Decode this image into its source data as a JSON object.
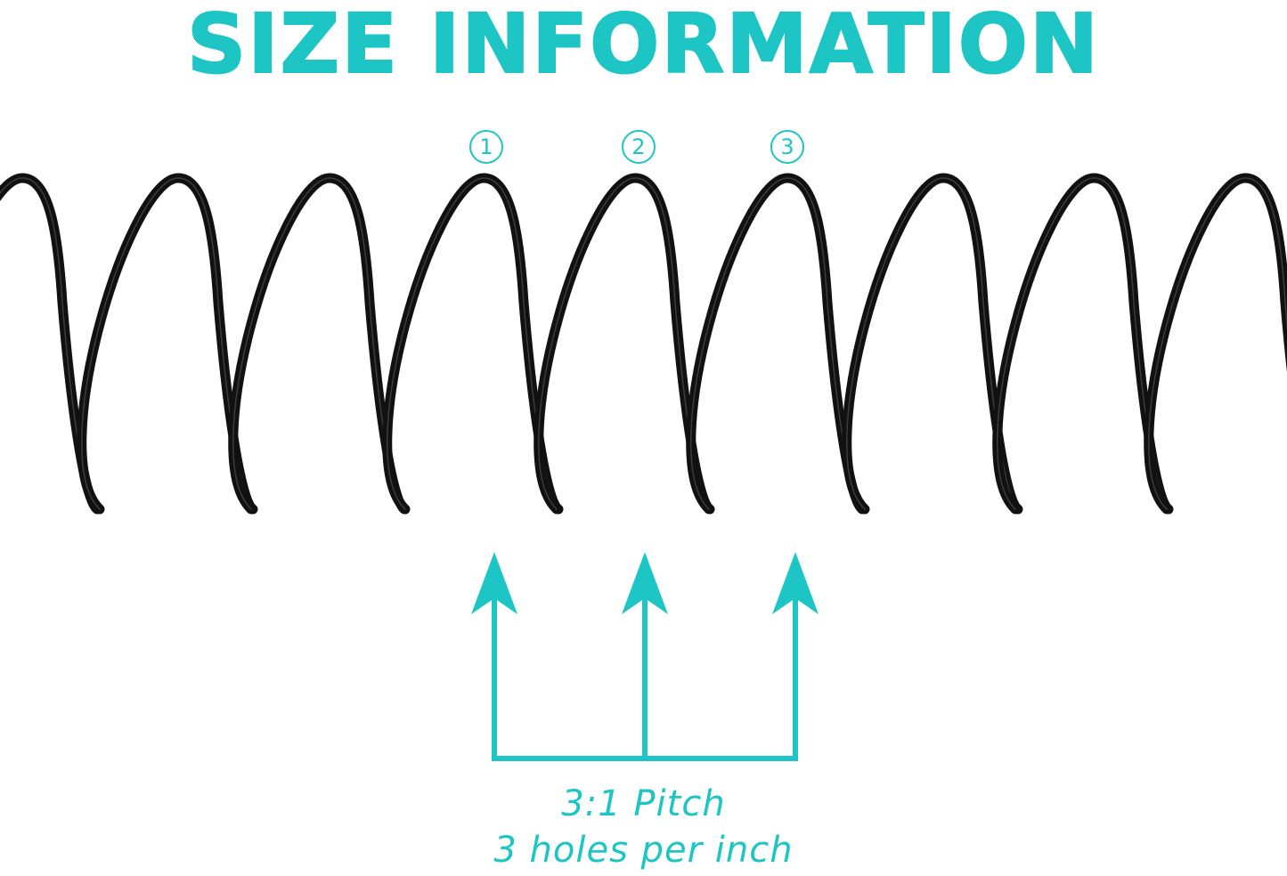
{
  "title": "SIZE INFORMATION",
  "markers": [
    "1",
    "2",
    "3"
  ],
  "caption": {
    "line1": "3:1 Pitch",
    "line2": "3 holes per inch"
  },
  "colors": {
    "accent": "#1dc5c4",
    "spring": "#111111",
    "background": "#ffffff"
  },
  "illustration": "black spiral binding coil"
}
